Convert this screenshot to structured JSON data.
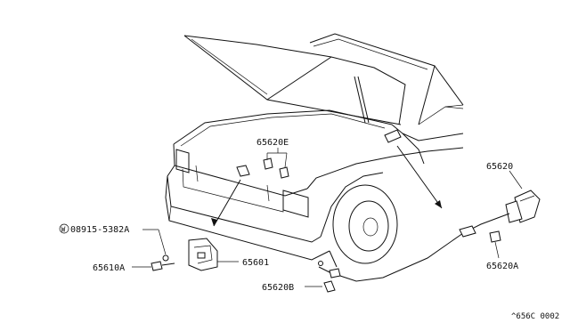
{
  "labels": {
    "p65620E": "65620E",
    "p65620": "65620",
    "p08915": "08915-5382A",
    "washer_symbol": "W",
    "p65610A": "65610A",
    "p65601": "65601",
    "p65620B": "65620B",
    "p65620A": "65620A",
    "code": "^656C 0002"
  }
}
